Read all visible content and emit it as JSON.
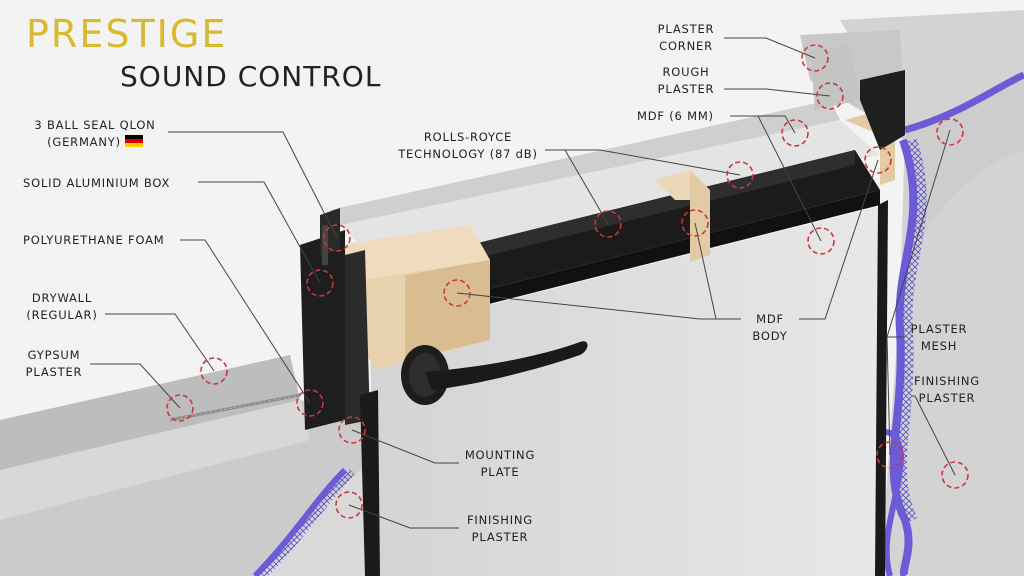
{
  "title": "PRESTIGE",
  "subtitle": "SOUND CONTROL",
  "labels": {
    "ball_seal_1": "3 BALL SEAL QLON",
    "ball_seal_2": "(GERMANY)",
    "aluminium_box": "SOLID ALUMINIUM BOX",
    "pu_foam": "POLYURETHANE FOAM",
    "drywall_1": "DRYWALL",
    "drywall_2": "(REGULAR)",
    "gypsum_1": "GYPSUM",
    "gypsum_2": "PLASTER",
    "rolls_1": "ROLLS-ROYCE",
    "rolls_2": "TECHNOLOGY (87 dB)",
    "plaster_corner_1": "PLASTER",
    "plaster_corner_2": "CORNER",
    "rough_1": "ROUGH",
    "rough_2": "PLASTER",
    "mdf6": "MDF (6 MM)",
    "mdf_body_1": "MDF",
    "mdf_body_2": "BODY",
    "mesh_1": "PLASTER",
    "mesh_2": "MESH",
    "finishing_r_1": "FINISHING",
    "finishing_r_2": "PLASTER",
    "mounting_1": "MOUNTING",
    "mounting_2": "PLATE",
    "finishing_b_1": "FINISHING",
    "finishing_b_2": "PLASTER"
  },
  "colors": {
    "accent_gold": "#d9b92e",
    "marker_red": "#c8393f",
    "text": "#222222",
    "door_panel": "#dedede",
    "foam": "#1a1a1a",
    "mdf": "#e2caa3",
    "mesh": "#6b5bd6",
    "wall": "#cfcfcf"
  },
  "flag_colors": [
    "#000000",
    "#dd0000",
    "#ffce00"
  ]
}
